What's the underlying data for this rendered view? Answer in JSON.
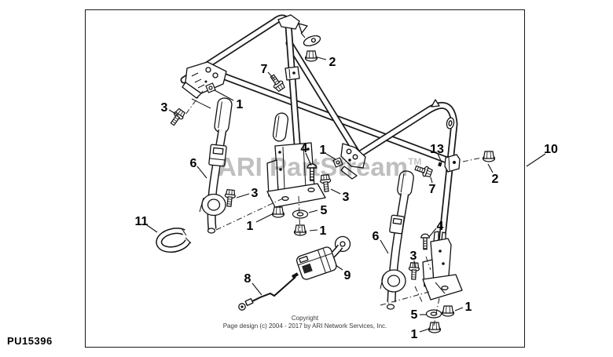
{
  "page": {
    "part_number": "PU15396"
  },
  "watermark": {
    "text": "ARI PartStream",
    "tm": "TM",
    "color": "#bfbfbf"
  },
  "footer": {
    "line1": "Copyright",
    "line2": "Page design (c) 2004 - 2017 by ARI Network Services, Inc."
  },
  "callouts": {
    "labels": [
      "3",
      "1",
      "7",
      "2",
      "6",
      "3",
      "11",
      "1",
      "4",
      "1",
      "3",
      "5",
      "1",
      "8",
      "9",
      "13",
      "7",
      "2",
      "6",
      "4",
      "3",
      "5",
      "1",
      "1",
      "10"
    ]
  },
  "colors": {
    "line": "#1a1a1a",
    "background": "#ffffff"
  }
}
